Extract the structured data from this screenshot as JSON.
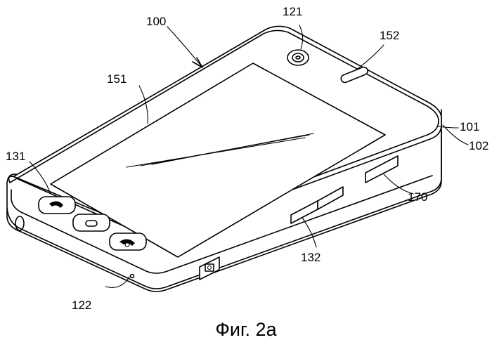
{
  "labels": {
    "ref_100": "100",
    "ref_121": "121",
    "ref_152": "152",
    "ref_151": "151",
    "ref_101": "101",
    "ref_102": "102",
    "ref_131": "131",
    "ref_170": "170",
    "ref_132": "132",
    "ref_122": "122"
  },
  "caption": "Фиг. 2a",
  "icons": {
    "call_button": "phone-handset-icon",
    "menu_button": "rounded-rect-icon",
    "end_button": "phone-hangup-icon",
    "camera_key": "camera-shutter-icon"
  }
}
